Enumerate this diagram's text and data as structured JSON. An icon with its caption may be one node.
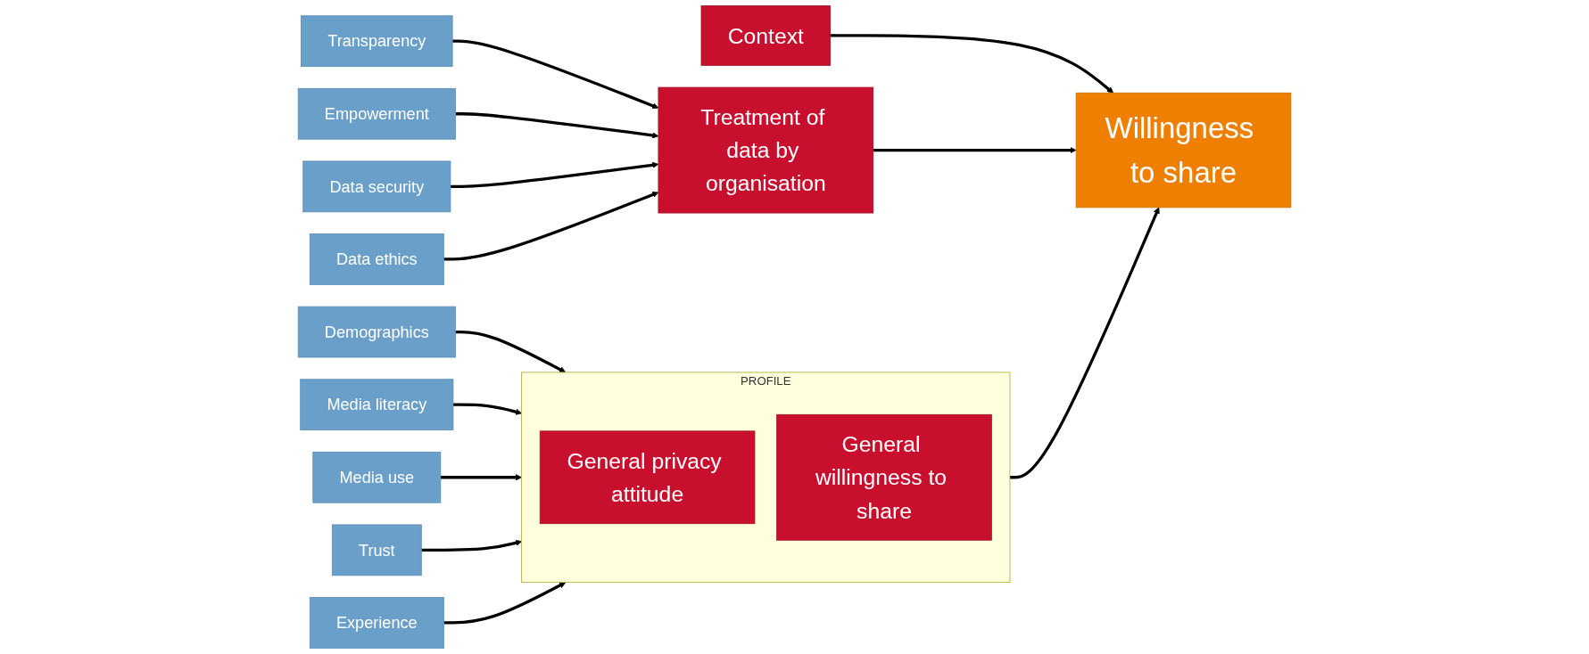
{
  "diagram": {
    "nodes": [
      {
        "text": [
          "Demographics"
        ]
      },
      {
        "text": [
          "Media literacy"
        ]
      },
      {
        "text": [
          "Media use"
        ]
      },
      {
        "text": [
          "Trust"
        ]
      },
      {
        "text": [
          "Experience"
        ]
      },
      {
        "text": [
          "PROFILE"
        ]
      },
      {
        "text": [
          "General privacy attitude"
        ],
        "in": 5
      },
      {
        "text": [
          "General willingness to share"
        ],
        "in": 5
      },
      {
        "text": [
          "Context"
        ]
      },
      {
        "text": [
          "Willingness to share"
        ]
      },
      {
        "text": [
          "Treatment of data by organisation"
        ]
      },
      {
        "text": [
          "Transparency"
        ]
      },
      {
        "text": [
          "Empowerment"
        ]
      },
      {
        "text": [
          "Data security"
        ]
      },
      {
        "text": [
          "Data ethics"
        ]
      }
    ],
    "edges": [
      {
        "from": 0,
        "to": 5,
        "arrow": "to"
      },
      {
        "from": 1,
        "to": 5,
        "arrow": "to"
      },
      {
        "from": 2,
        "to": 5,
        "arrow": "to"
      },
      {
        "from": 3,
        "to": 5,
        "arrow": "to"
      },
      {
        "from": 4,
        "to": 5,
        "arrow": "to"
      },
      {
        "from": 5,
        "to": 9,
        "arrow": "to"
      },
      {
        "from": 8,
        "to": 9,
        "arrow": "to"
      },
      {
        "from": 10,
        "to": 9,
        "arrow": "to"
      },
      {
        "from": 11,
        "to": 10,
        "arrow": "to"
      },
      {
        "from": 12,
        "to": 10,
        "arrow": "to"
      },
      {
        "from": 13,
        "to": 10,
        "arrow": "to"
      },
      {
        "from": 14,
        "to": 10,
        "arrow": "to"
      }
    ]
  }
}
